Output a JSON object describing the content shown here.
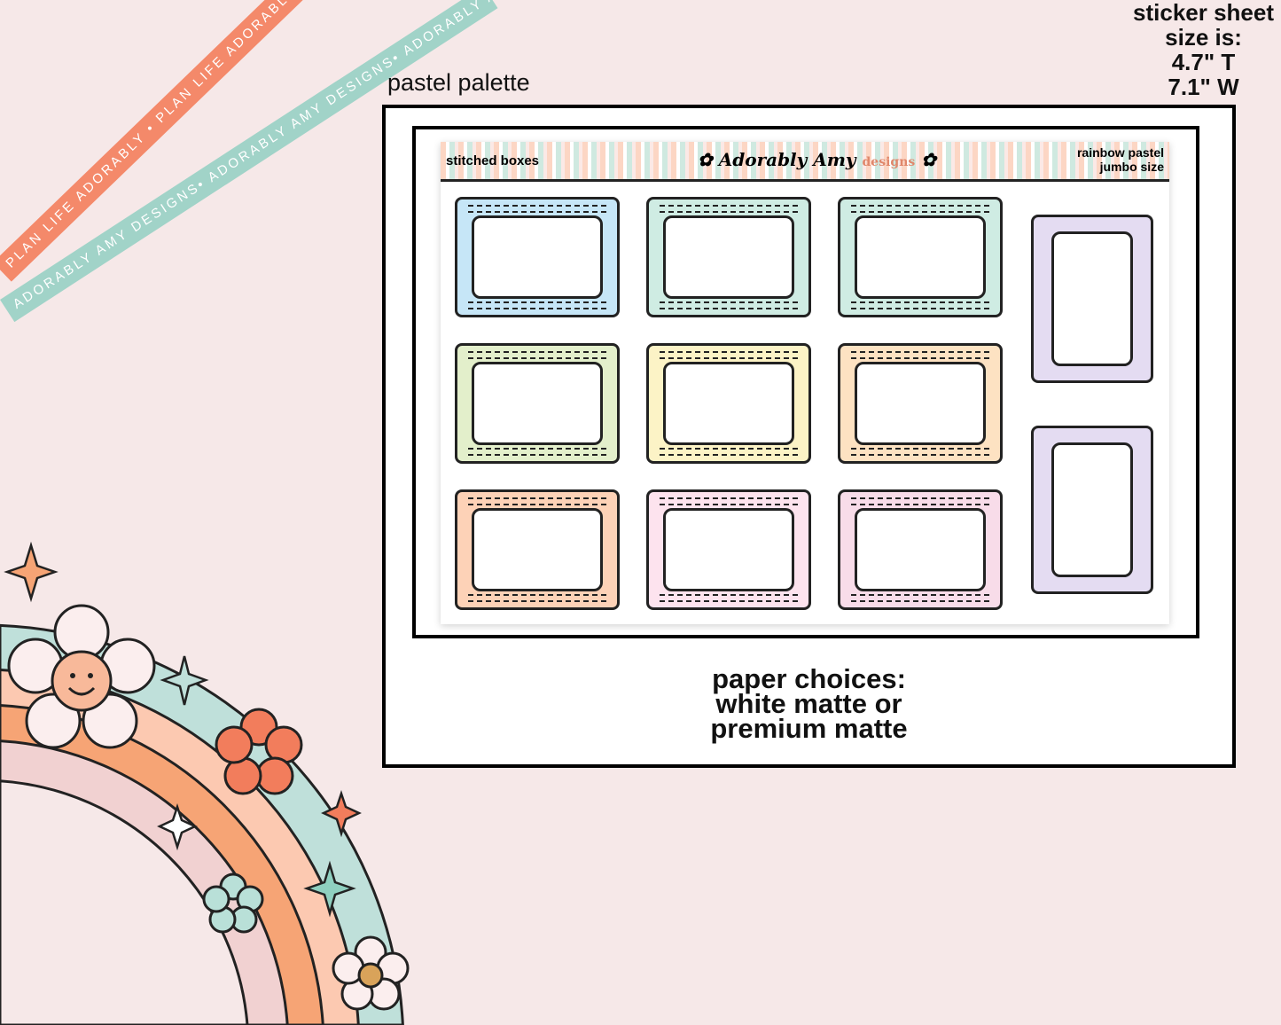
{
  "ribbons": {
    "orange_text": "PLAN LIFE ADORABLY • PLAN LIFE ADORABLY • PLAN LIFE ADORABLY",
    "teal_text": "ADORABLY AMY DESIGNS• ADORABLY AMY DESIGNS• ADORABLY AMY DESIGNS",
    "orange_color": "#f4896a",
    "teal_color": "#a1d3c8"
  },
  "size_info": {
    "line1": "sticker sheet",
    "line2": "size is:",
    "height": "4.7\" T",
    "width": "7.1\" W"
  },
  "palette_label": "pastel palette",
  "sheet": {
    "title": "stitched boxes",
    "brand": "Adorably Amy",
    "brand_suffix": "designs",
    "variant_line1": "rainbow pastel",
    "variant_line2": "jumbo size",
    "box_colors": [
      "#c6e6f7",
      "#cfece3",
      "#cfece3",
      "#e3efcb",
      "#fcf3c6",
      "#fde2c2",
      "#fdd2b7",
      "#fde3ee",
      "#f8dce9"
    ],
    "vertical_box_color": "#e4dcf2"
  },
  "paper": {
    "line1": "paper choices:",
    "line2": "white matte or",
    "line3": "premium matte"
  }
}
